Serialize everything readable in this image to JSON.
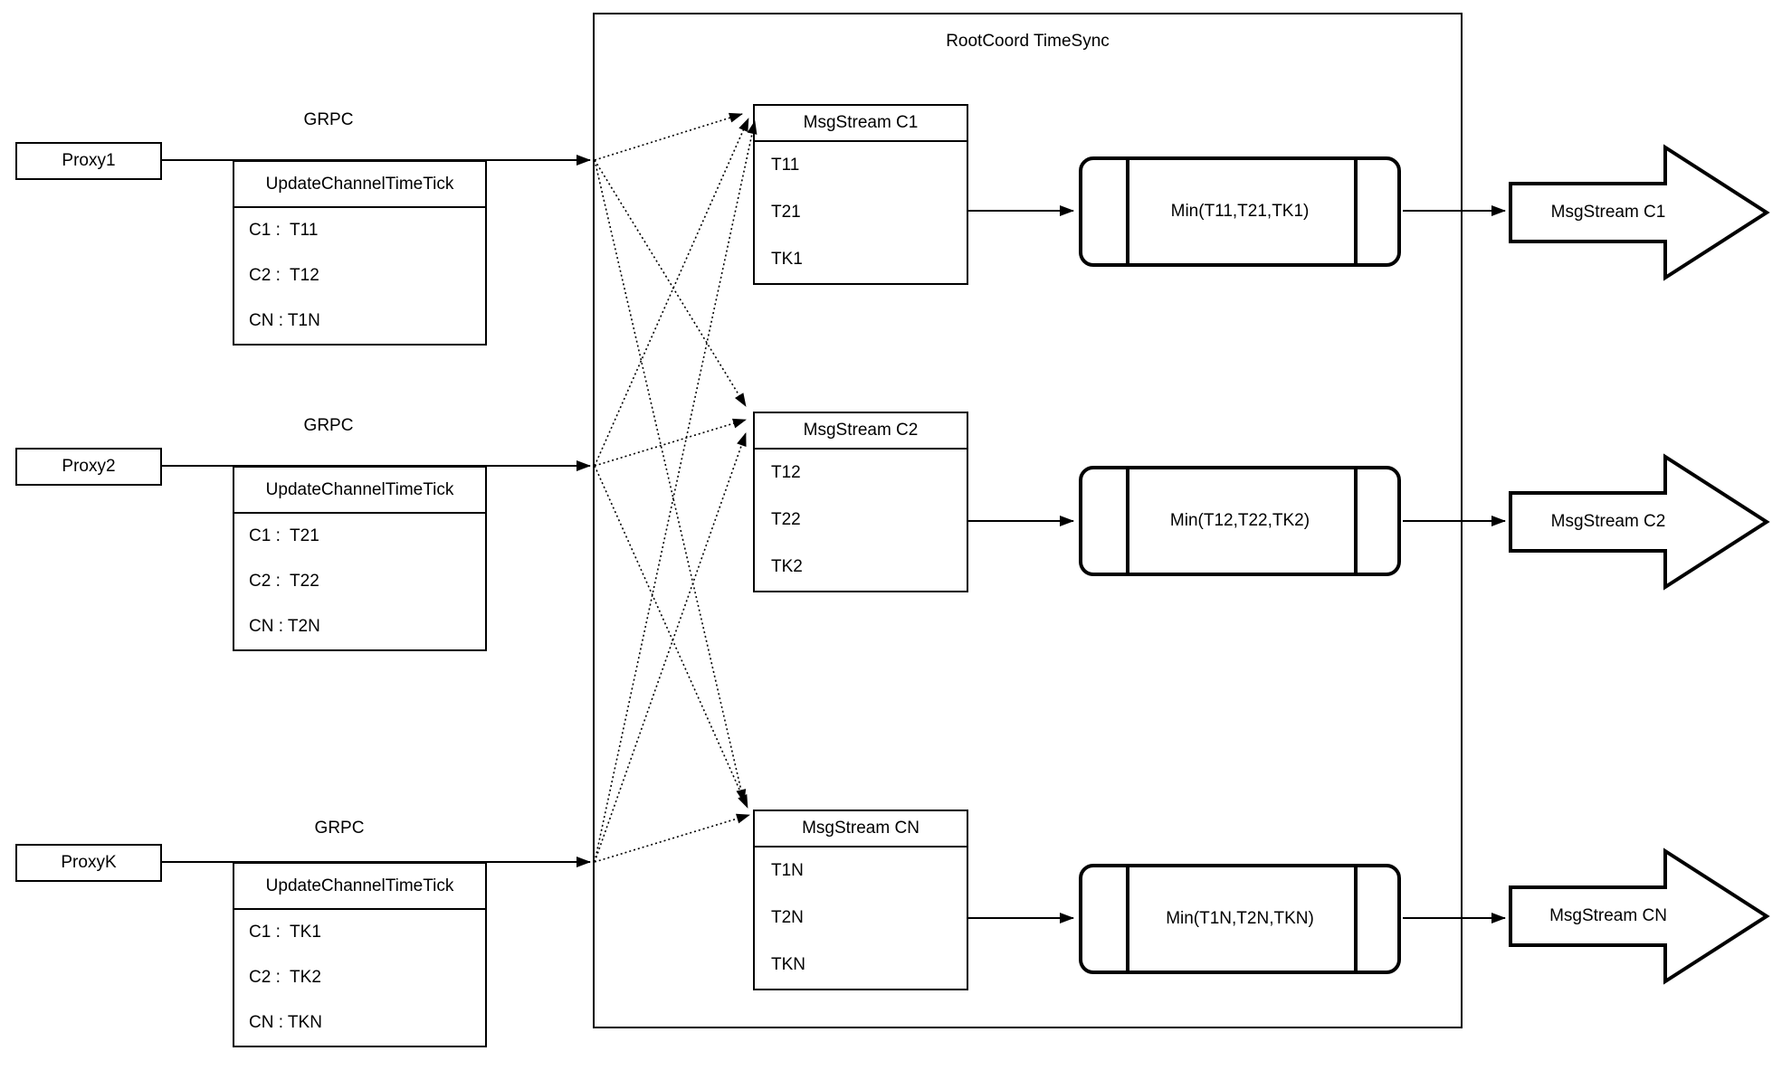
{
  "diagram": {
    "title": "RootCoord TimeSync",
    "colors": {
      "stroke": "#000000",
      "fill": "#ffffff"
    },
    "proxies": [
      {
        "name": "Proxy1",
        "protocol": "GRPC",
        "table": {
          "header": "UpdateChannelTimeTick",
          "rows": [
            "C1 :  T11",
            "C2 :  T12",
            "CN : T1N"
          ]
        }
      },
      {
        "name": "Proxy2",
        "protocol": "GRPC",
        "table": {
          "header": "UpdateChannelTimeTick",
          "rows": [
            "C1 :  T21",
            "C2 :  T22",
            "CN : T2N"
          ]
        }
      },
      {
        "name": "ProxyK",
        "protocol": "GRPC",
        "table": {
          "header": "UpdateChannelTimeTick",
          "rows": [
            "C1 :  TK1",
            "C2 :  TK2",
            "CN : TKN"
          ]
        }
      }
    ],
    "streams": [
      {
        "header": "MsgStream C1",
        "rows": [
          "T11",
          "T21",
          "TK1"
        ],
        "min": "Min(T11,T21,TK1)",
        "output": "MsgStream C1"
      },
      {
        "header": "MsgStream C2",
        "rows": [
          "T12",
          "T22",
          "TK2"
        ],
        "min": "Min(T12,T22,TK2)",
        "output": "MsgStream C2"
      },
      {
        "header": "MsgStream CN",
        "rows": [
          "T1N",
          "T2N",
          "TKN"
        ],
        "min": "Min(T1N,T2N,TKN)",
        "output": "MsgStream CN"
      }
    ]
  }
}
